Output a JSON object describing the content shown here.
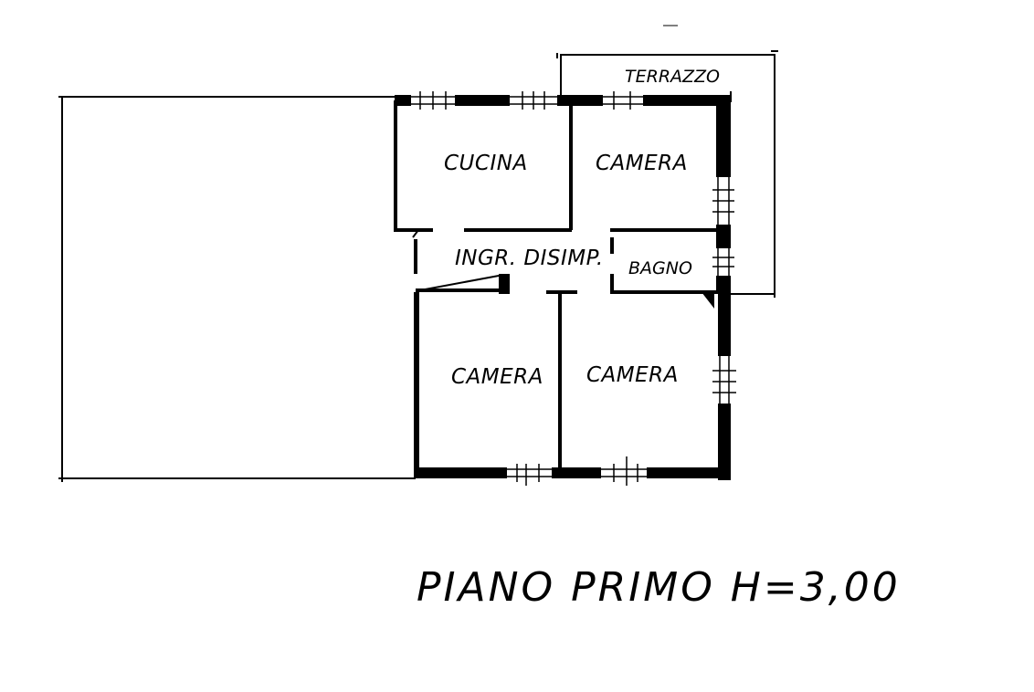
{
  "rooms": {
    "cucina": "CUCINA",
    "camera_top": "CAMERA",
    "ingresso": "INGR. DISIMP.",
    "bagno": "BAGNO",
    "camera_left": "CAMERA",
    "camera_right": "CAMERA",
    "terrazzo": "TERRAZZO"
  },
  "title": "PIANO PRIMO H=3,00"
}
